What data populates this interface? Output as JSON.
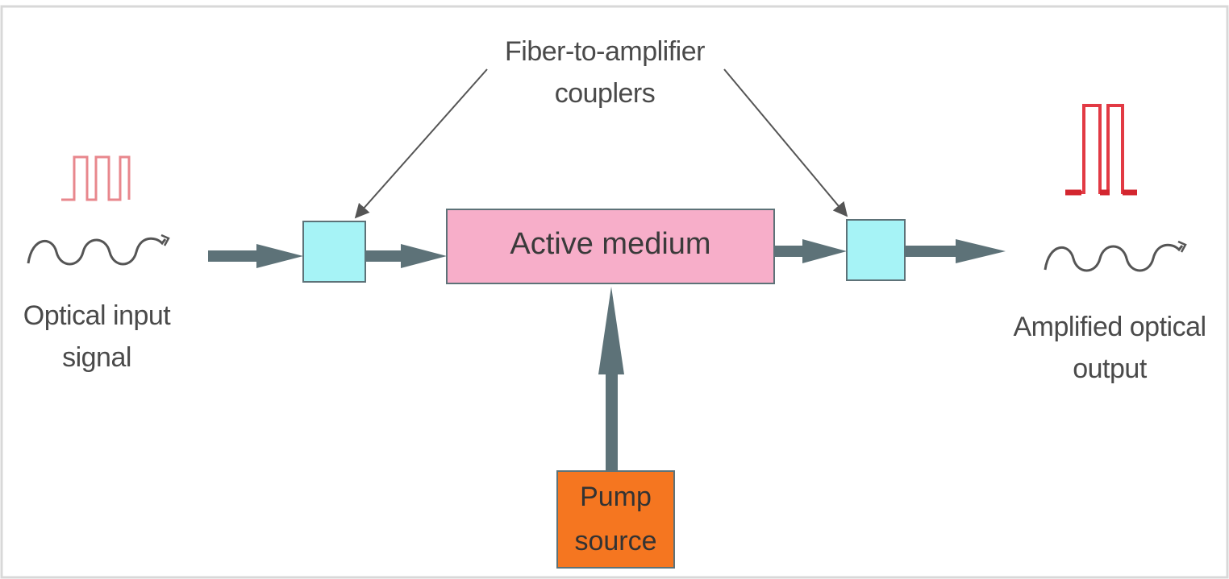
{
  "diagram": {
    "couplers_label": [
      "Fiber-to-amplifier",
      "couplers"
    ],
    "active_medium_label": "Active medium",
    "pump_label": [
      "Pump",
      "source"
    ],
    "input_label": [
      "Optical input",
      "signal"
    ],
    "output_label": [
      "Amplified optical",
      "output"
    ],
    "colors": {
      "coupler": "#a6f3f6",
      "active_medium": "#f7aec9",
      "pump": "#f57620",
      "arrow": "#5d7278",
      "pulse": "#e23a44",
      "wave": "#555555",
      "text": "#4a4a4a"
    }
  }
}
